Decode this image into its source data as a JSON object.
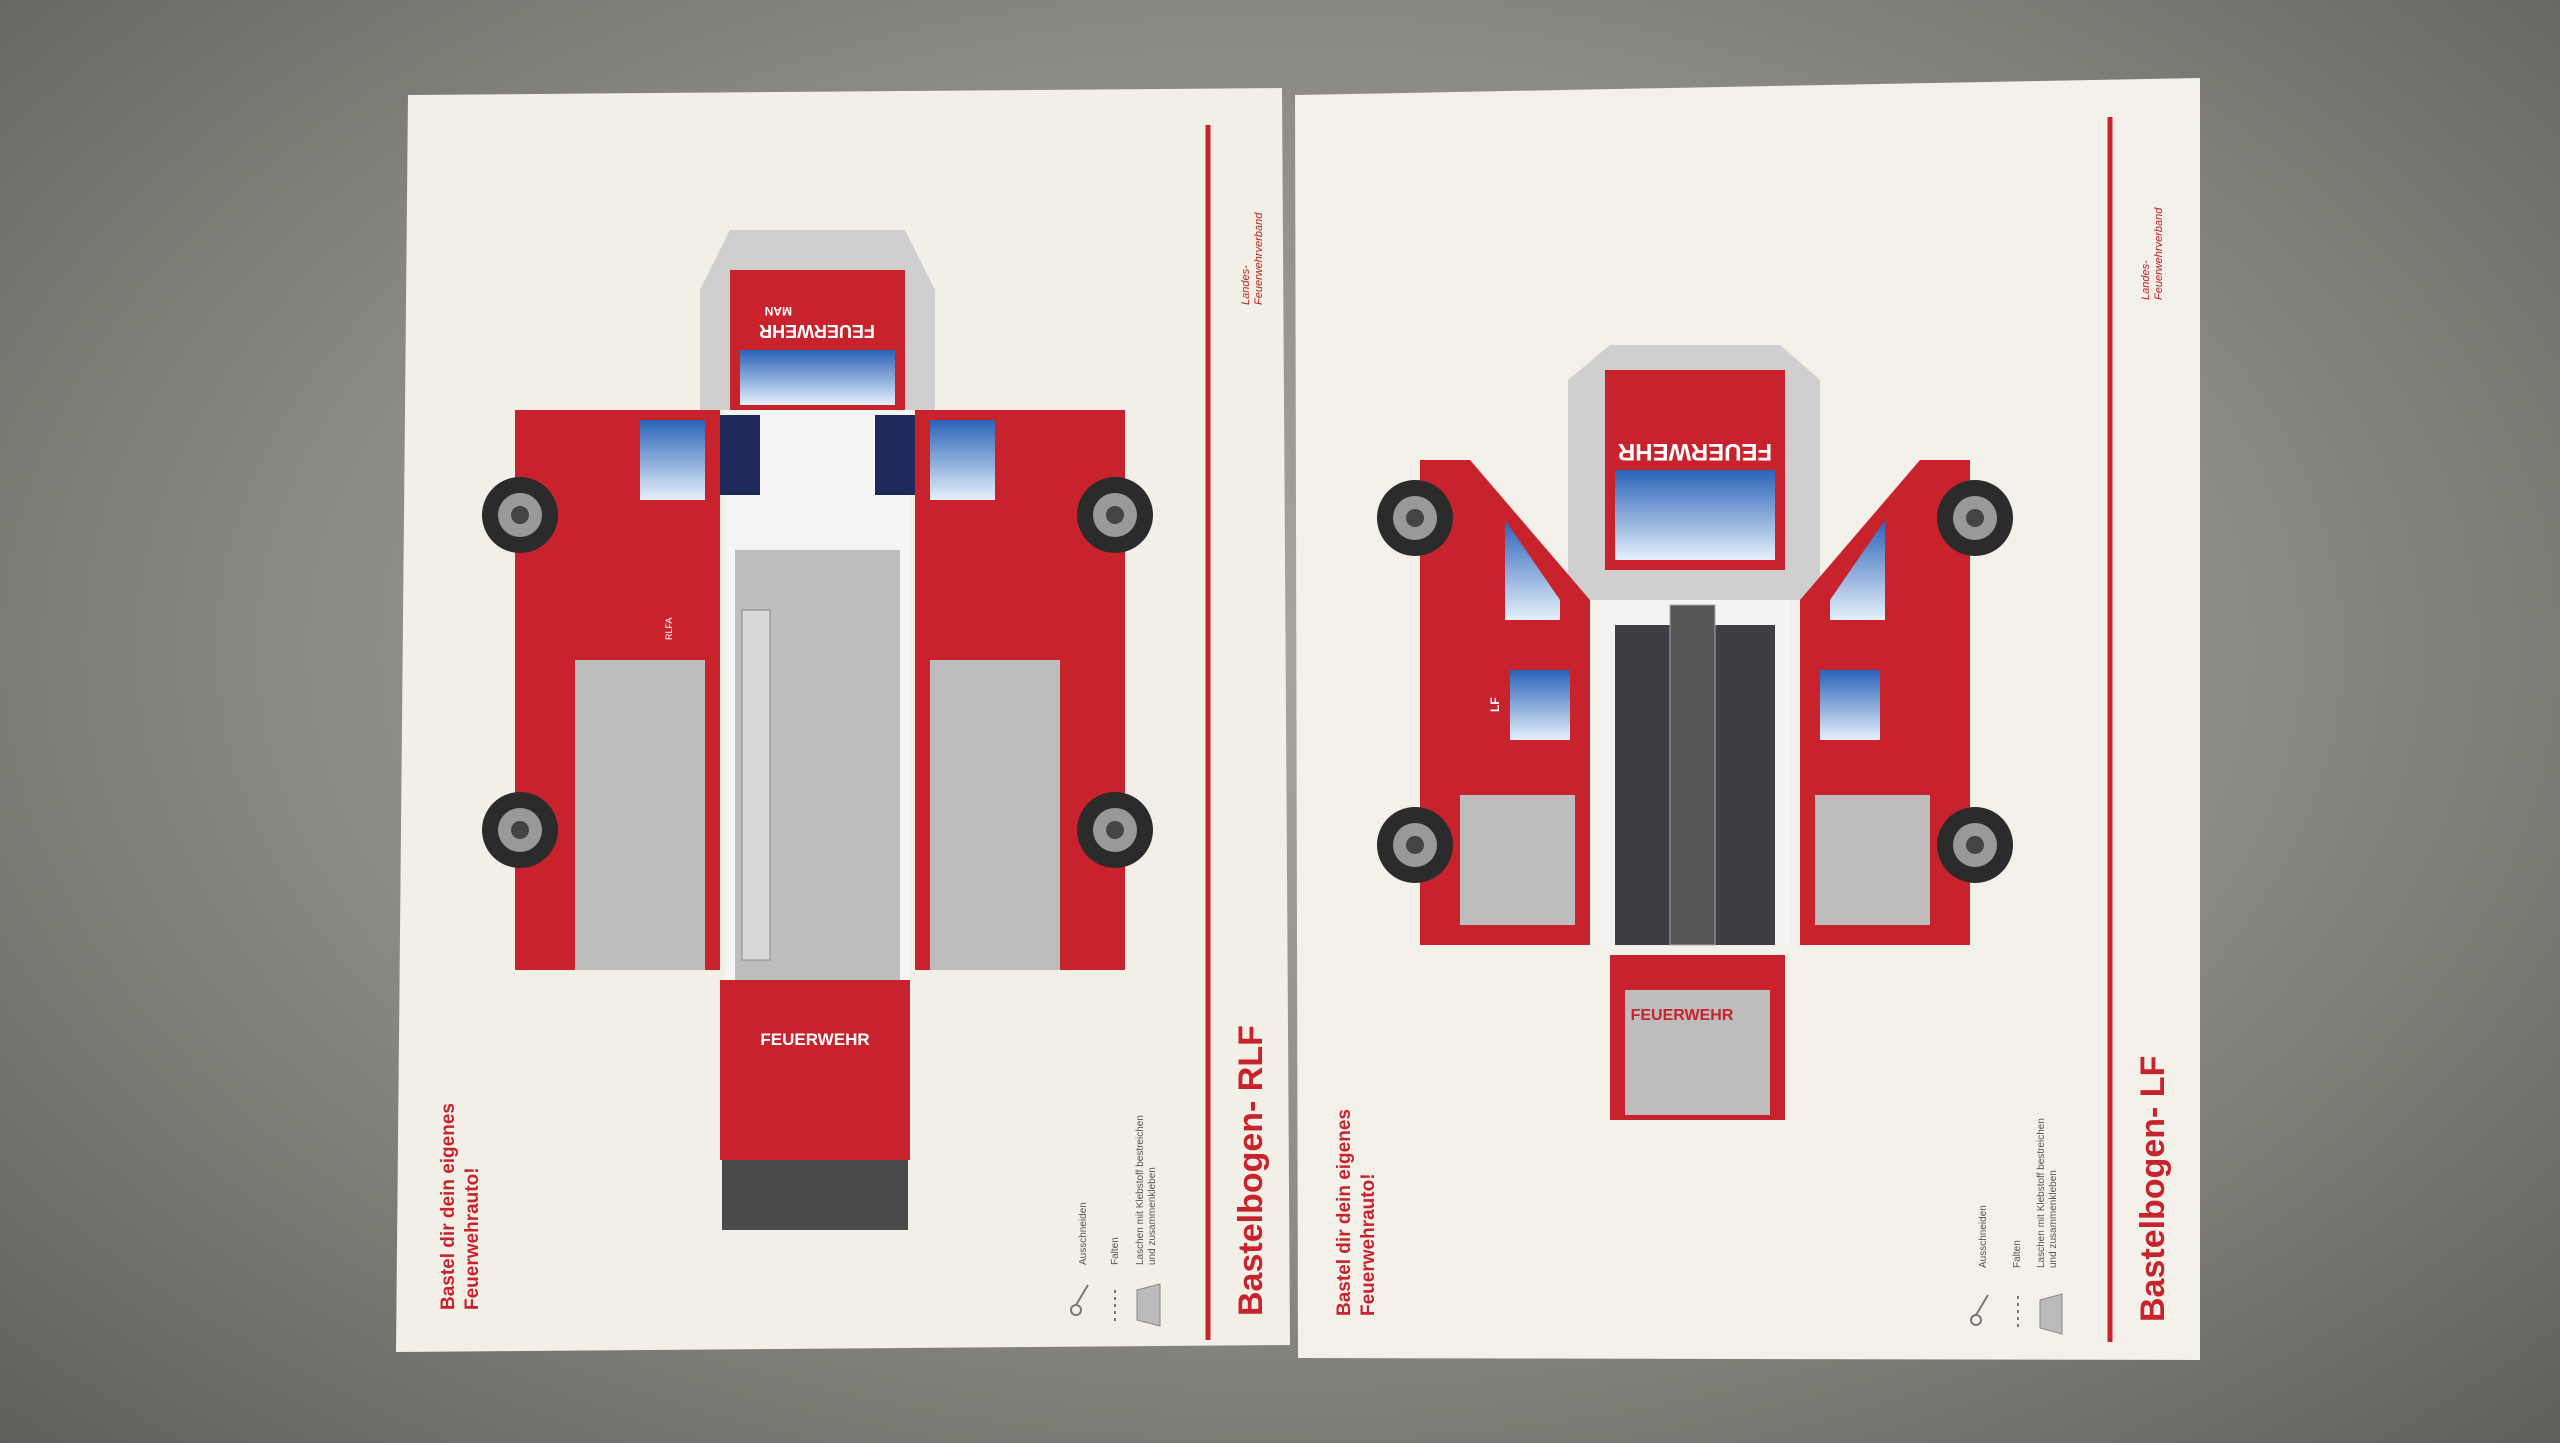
{
  "sheets": [
    {
      "title": "Bastelbogen- RLF",
      "subtitle_line1": "Bastel dir dein eigenes",
      "subtitle_line2": "Feuerwehrauto!",
      "logo_line1": "Landes-",
      "logo_line2": "Feuerwehrverband",
      "truck_label": "FEUERWEHR",
      "brand": "MAN",
      "side_label": "RLFA"
    },
    {
      "title": "Bastelbogen- LF",
      "subtitle_line1": "Bastel dir dein eigenes",
      "subtitle_line2": "Feuerwehrauto!",
      "logo_line1": "Landes-",
      "logo_line2": "Feuerwehrverband",
      "truck_label": "FEUERWEHR",
      "side_label": "LF"
    }
  ],
  "legend": {
    "cut": "Ausschneiden",
    "fold": "Falten",
    "glue_line1": "Laschen mit Klebstoff bestreichen",
    "glue_line2": "und zusammenkleben"
  },
  "colors": {
    "red": "#c8232c",
    "paper": "#f1efe6",
    "grey": "#b8b8b8",
    "navy": "#1e2a5a"
  }
}
